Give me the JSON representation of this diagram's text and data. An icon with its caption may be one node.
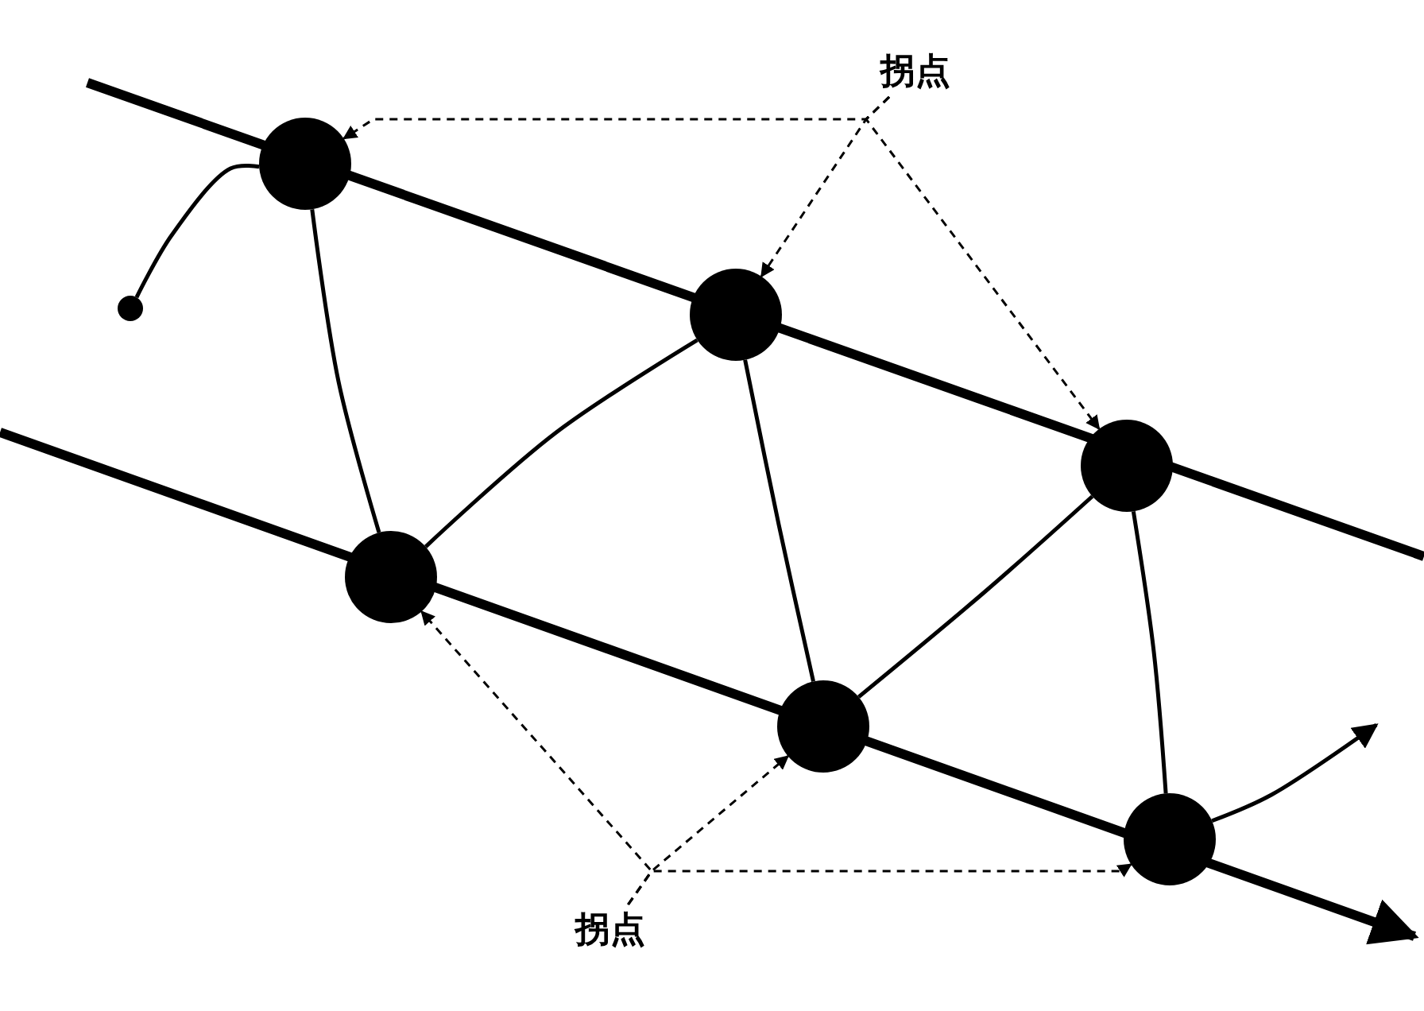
{
  "diagram": {
    "nodes": [
      {
        "text": [
          "拐点"
        ]
      },
      {
        "text": [
          "拐点"
        ]
      },
      {
        "text": [],
        "shape": "circle"
      },
      {
        "text": [],
        "shape": "circle"
      },
      {
        "text": [],
        "shape": "circle"
      },
      {
        "text": [],
        "shape": "circle"
      },
      {
        "text": [],
        "shape": "circle"
      },
      {
        "text": [],
        "shape": "circle"
      },
      {
        "text": [],
        "shape": "circle"
      }
    ],
    "edges": [
      {
        "from": 0,
        "to": 3,
        "arrow": "to",
        "style": "dashed"
      },
      {
        "from": 0,
        "to": 5,
        "arrow": "to",
        "style": "dashed"
      },
      {
        "from": 0,
        "to": 7,
        "arrow": "to",
        "style": "dashed"
      },
      {
        "from": 1,
        "to": 4,
        "arrow": "to",
        "style": "dashed"
      },
      {
        "from": 1,
        "to": 6,
        "arrow": "to",
        "style": "dashed"
      },
      {
        "from": 1,
        "to": 8,
        "arrow": "to",
        "style": "dashed"
      },
      {
        "from": 2,
        "to": 3,
        "arrow": "none"
      },
      {
        "from": 3,
        "to": 4,
        "arrow": "none"
      },
      {
        "from": 4,
        "to": 5,
        "arrow": "none"
      },
      {
        "from": 5,
        "to": 6,
        "arrow": "none"
      },
      {
        "from": 6,
        "to": 7,
        "arrow": "none"
      },
      {
        "from": 7,
        "to": 8,
        "arrow": "none"
      },
      {
        "from": 8,
        "to": null,
        "arrow": "to"
      }
    ]
  }
}
